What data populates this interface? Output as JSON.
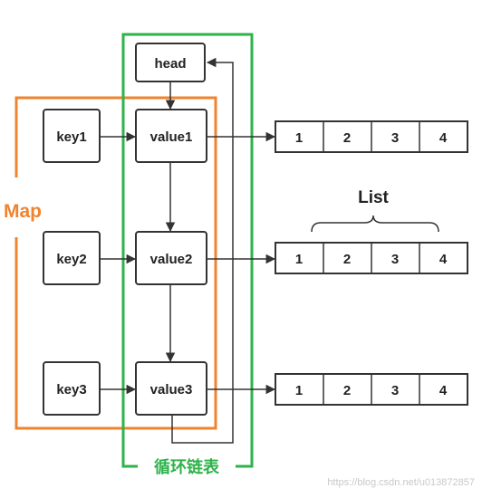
{
  "colors": {
    "map": "#f0832e",
    "ring": "#2db34a",
    "stroke": "#333333",
    "text": "#222222"
  },
  "labels": {
    "map": "Map",
    "list": "List",
    "ring": "循环链表",
    "watermark": "https://blog.csdn.net/u013872857"
  },
  "head": "head",
  "keys": [
    "key1",
    "key2",
    "key3"
  ],
  "values": [
    "value1",
    "value2",
    "value3"
  ],
  "lists": [
    [
      "1",
      "2",
      "3",
      "4"
    ],
    [
      "1",
      "2",
      "3",
      "4"
    ],
    [
      "1",
      "2",
      "3",
      "4"
    ]
  ]
}
